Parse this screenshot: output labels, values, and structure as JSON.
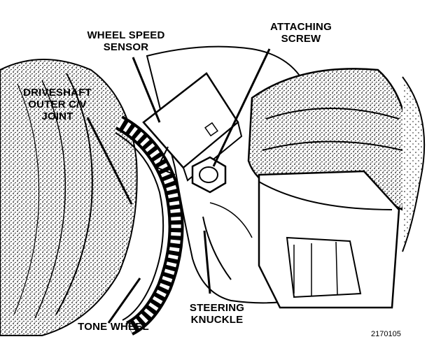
{
  "labels": {
    "wheel_speed_sensor": [
      "WHEEL SPEED",
      "SENSOR"
    ],
    "attaching_screw": [
      "ATTACHING",
      "SCREW"
    ],
    "driveshaft": [
      "DRIVESHAFT",
      "OUTER C/V",
      "JOINT"
    ],
    "steering_knuckle": [
      "STEERING",
      "KNUCKLE"
    ],
    "tone_wheel": "TONE WHEEL"
  },
  "figure_number": "2170105"
}
